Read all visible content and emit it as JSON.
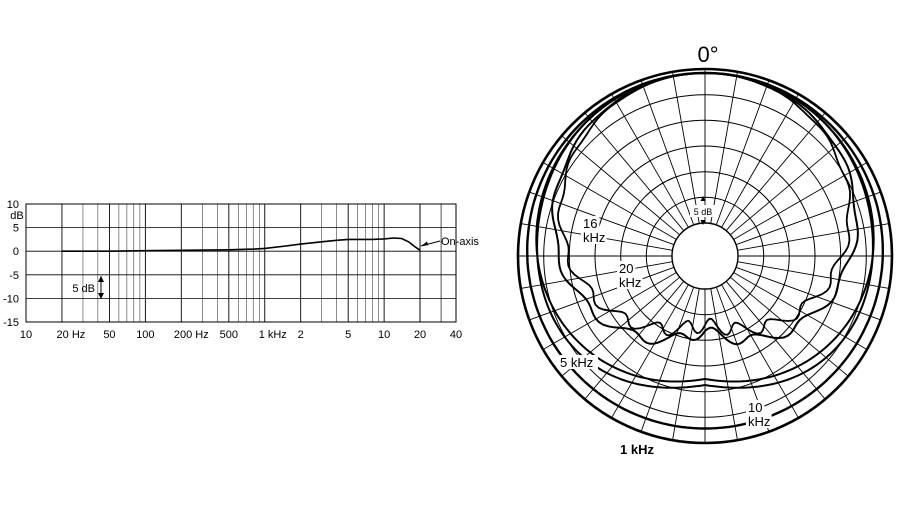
{
  "chart_data": [
    {
      "type": "line",
      "scale": "log-x",
      "ylabel_unit": "dB",
      "ylim": [
        -15,
        10
      ],
      "y_ticks": [
        10,
        5,
        0,
        -5,
        -10,
        -15
      ],
      "xlim": [
        10,
        40000
      ],
      "x_tick_labels": [
        {
          "label": "10",
          "value": 10
        },
        {
          "label": "20  Hz",
          "value": 20
        },
        {
          "label": "50",
          "value": 50
        },
        {
          "label": "100",
          "value": 100
        },
        {
          "label": "200 Hz",
          "value": 200
        },
        {
          "label": "500",
          "value": 500
        },
        {
          "label": "1 kHz",
          "value": 1000
        },
        {
          "label": "2",
          "value": 2000
        },
        {
          "label": "5",
          "value": 5000
        },
        {
          "label": "10",
          "value": 10000
        },
        {
          "label": "20",
          "value": 20000
        },
        {
          "label": "40",
          "value": 40000
        }
      ],
      "grid": true,
      "scale_marker_label": "5 dB",
      "series": [
        {
          "name": "On-axis",
          "x": [
            20,
            50,
            100,
            200,
            500,
            800,
            1000,
            1500,
            2000,
            3000,
            4000,
            5000,
            6000,
            8000,
            10000,
            12000,
            14000,
            16000,
            18000,
            20000
          ],
          "y": [
            0,
            0,
            0.1,
            0.2,
            0.3,
            0.45,
            0.6,
            1.1,
            1.5,
            2.0,
            2.3,
            2.5,
            2.5,
            2.5,
            2.6,
            2.8,
            2.7,
            2.0,
            1.0,
            0.2
          ]
        }
      ]
    },
    {
      "type": "polar",
      "angle_label": "0°",
      "scale_label": "5 dB",
      "rings": 6,
      "spokes_every_deg": 10,
      "series": [
        {
          "name": "1 kHz",
          "label_lines": [
            "1 kHz"
          ]
        },
        {
          "name": "5 kHz",
          "label_lines": [
            "5 kHz"
          ]
        },
        {
          "name": "10 kHz",
          "label_lines": [
            "10",
            "kHz"
          ]
        },
        {
          "name": "16 kHz",
          "label_lines": [
            "16",
            "kHz"
          ]
        },
        {
          "name": "20 kHz",
          "label_lines": [
            "20",
            "kHz"
          ]
        }
      ]
    }
  ]
}
